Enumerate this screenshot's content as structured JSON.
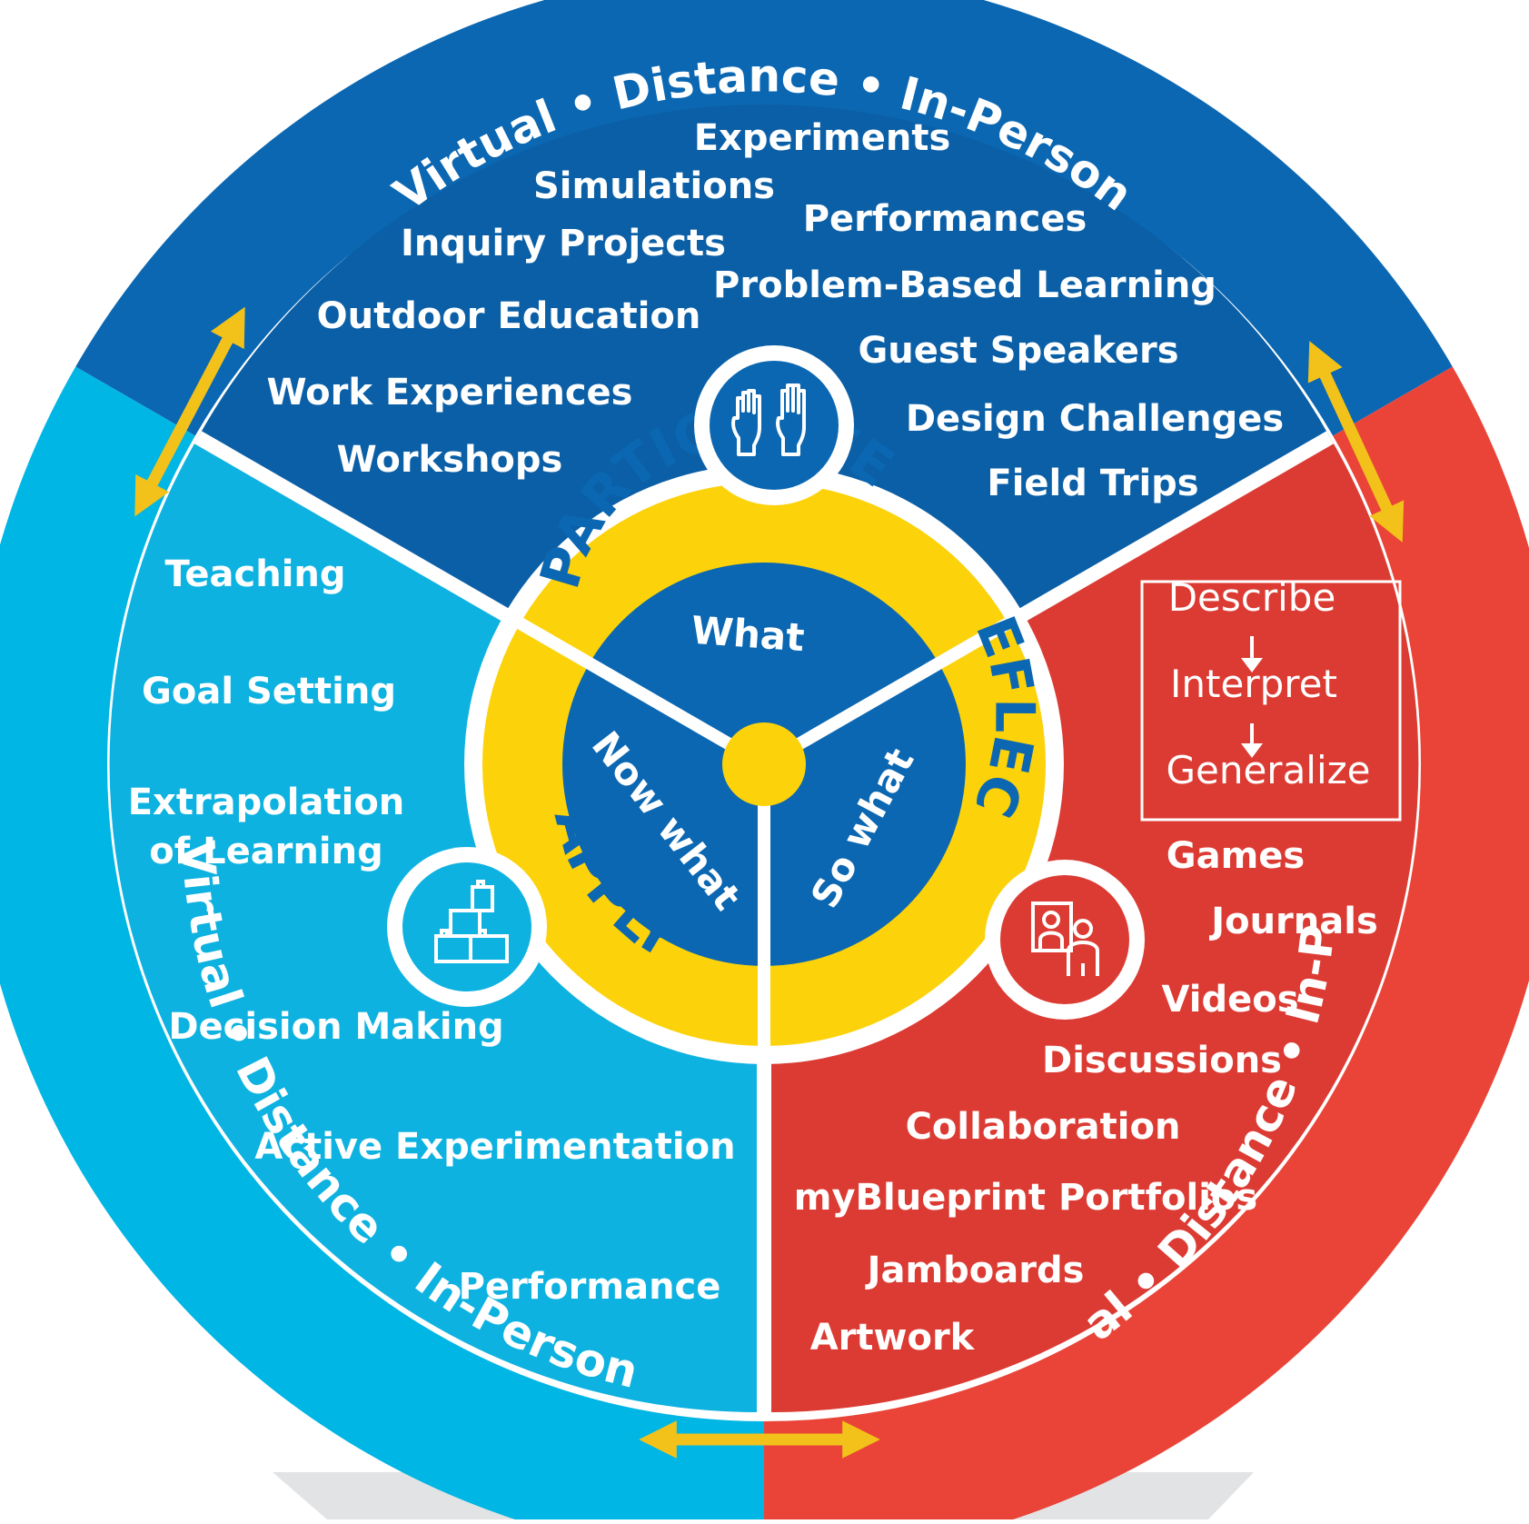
{
  "rim_label": "Virtual • Distance • In-Person",
  "colors": {
    "participate": "#0b67b2",
    "apply": "#00b6e4",
    "reflect": "#ea4438",
    "core_ring": "#fcd20a",
    "center": "#0b67b2",
    "arrow": "#f2c21a",
    "divider": "#ffffff"
  },
  "stages": {
    "participate": "PARTICIPATE",
    "reflect": "REFLECT",
    "apply": "APPLY"
  },
  "questions": {
    "what": "What",
    "so_what": "So what",
    "now_what": "Now what"
  },
  "icons": {
    "participate": "raised-hands-icon",
    "apply": "building-blocks-icon",
    "reflect": "person-at-board-icon"
  },
  "participate_items": [
    "Experiments",
    "Simulations",
    "Performances",
    "Inquiry Projects",
    "Problem-Based Learning",
    "Outdoor Education",
    "Guest Speakers",
    "Work Experiences",
    "Design Challenges",
    "Workshops",
    "Field Trips"
  ],
  "apply_items": [
    "Teaching",
    "Goal Setting",
    "Extrapolation",
    "of Learning",
    "Decision Making",
    "Active Experimentation",
    "Performance"
  ],
  "reflect_steps": [
    "Describe",
    "Interpret",
    "Generalize"
  ],
  "reflect_items": [
    "Games",
    "Journals",
    "Videos",
    "Discussions",
    "Collaboration",
    "myBlueprint Portfolios",
    "Jamboards",
    "Artwork"
  ]
}
